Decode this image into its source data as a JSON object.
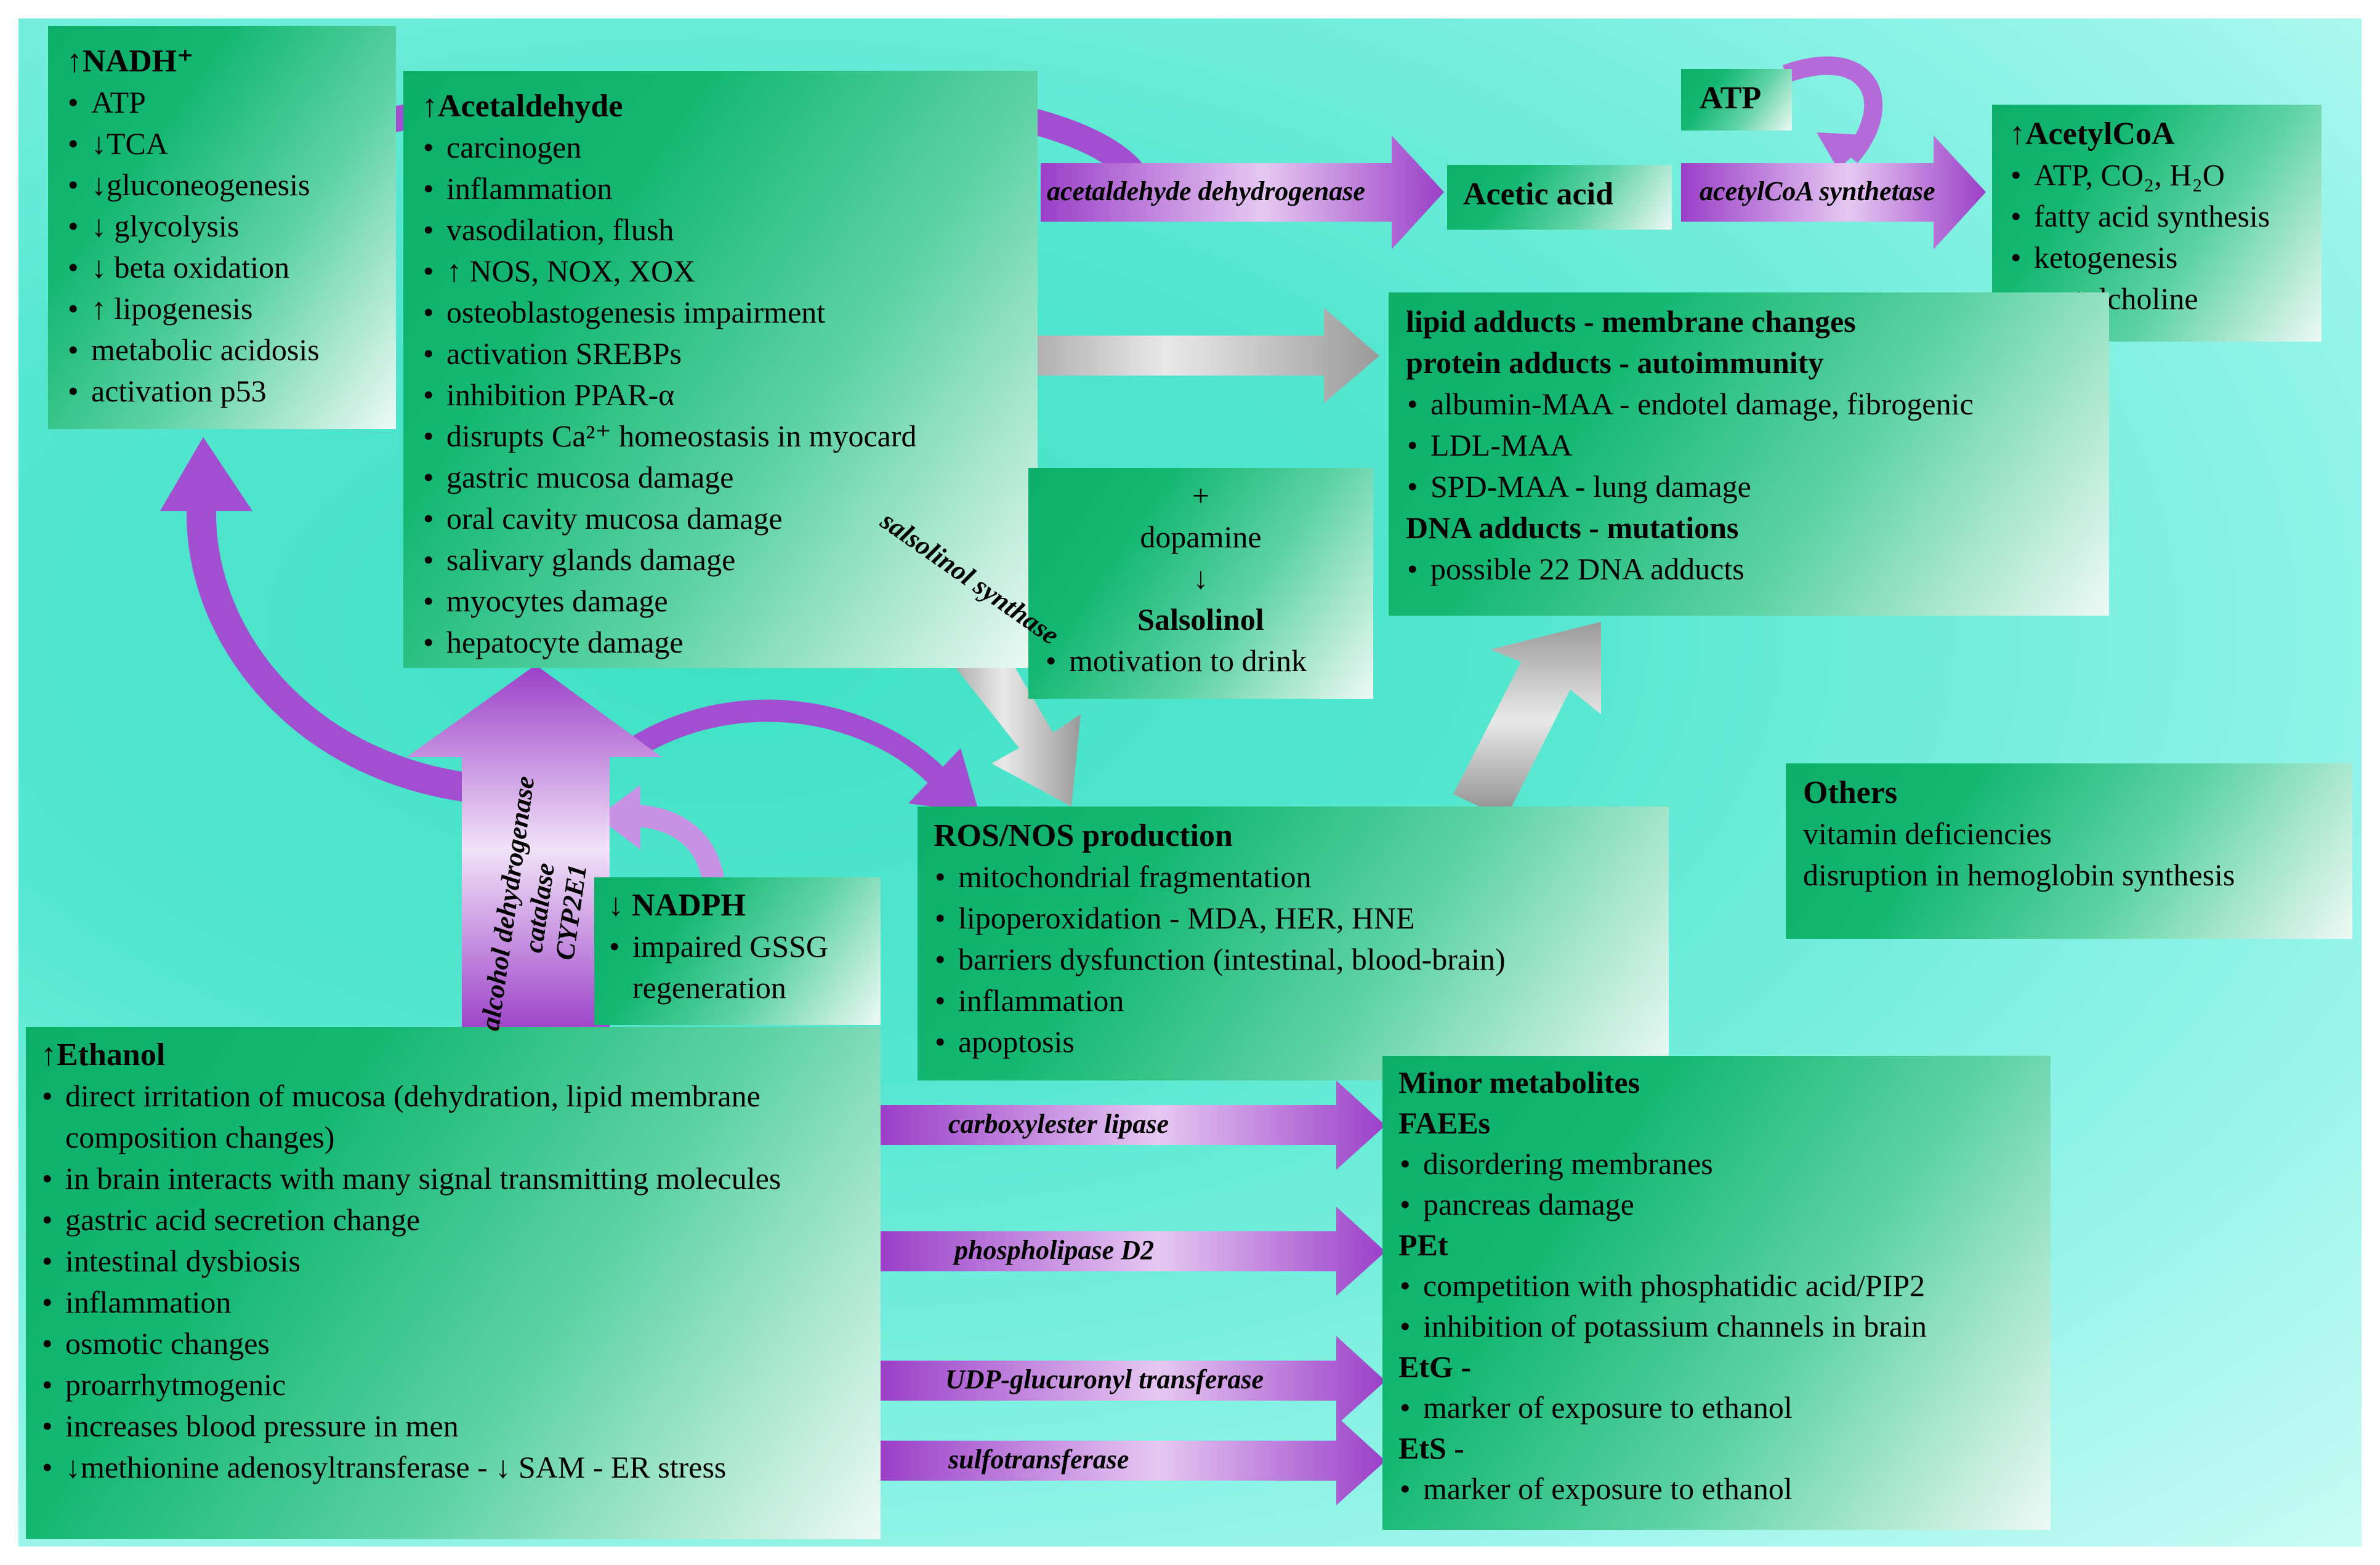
{
  "nadh": {
    "title": "↑NADH⁺",
    "items": [
      "ATP",
      "↓TCA",
      "↓gluconeogenesis",
      "↓ glycolysis",
      "↓ beta oxidation",
      "↑ lipogenesis",
      "metabolic acidosis",
      "activation p53"
    ]
  },
  "acetaldehyde": {
    "title": "↑Acetaldehyde",
    "items": [
      "carcinogen",
      "inflammation",
      "vasodilation, flush",
      "↑ NOS, NOX, XOX",
      "osteoblastogenesis impairment",
      "activation SREBPs",
      "inhibition PPAR-α",
      "disrupts Ca²⁺ homeostasis in myocard",
      "gastric mucosa damage",
      "oral cavity mucosa damage",
      "salivary glands damage",
      "myocytes damage",
      "hepatocyte damage"
    ]
  },
  "atp_label": "ATP",
  "acetic_acid": "Acetic acid",
  "acetylcoa": {
    "title": "↑AcetylCoA",
    "items": [
      "ATP, CO₂, H₂O",
      "fatty acid synthesis",
      "ketogenesis",
      "acetylcholine"
    ]
  },
  "adducts": {
    "lipid": "lipid adducts - membrane changes",
    "protein": "protein adducts - autoimmunity",
    "protein_items": [
      "albumin-MAA - endotel damage, fibrogenic",
      "LDL-MAA",
      "SPD-MAA - lung damage"
    ],
    "dna": "DNA adducts - mutations",
    "dna_items": [
      "possible 22 DNA adducts"
    ]
  },
  "salsolinol": {
    "plus": "+",
    "dopamine": "dopamine",
    "arrow": "↓",
    "title": "Salsolinol",
    "items": [
      "motivation to drink"
    ]
  },
  "ros": {
    "title": "ROS/NOS  production",
    "items": [
      "mitochondrial fragmentation",
      "lipoperoxidation  - MDA, HER, HNE",
      "barriers dysfunction (intestinal, blood-brain)",
      "inflammation",
      "apoptosis"
    ]
  },
  "nadph": {
    "title": "↓ NADPH",
    "items": [
      "impaired GSSG regeneration"
    ]
  },
  "others": {
    "title": "Others",
    "lines": [
      "vitamin deficiencies",
      "disruption in hemoglobin synthesis"
    ]
  },
  "ethanol": {
    "title": "↑Ethanol",
    "items": [
      "direct irritation of mucosa (dehydration, lipid membrane composition changes)",
      "in brain interacts with many signal transmitting molecules",
      "gastric acid secretion change",
      "intestinal dysbiosis",
      "inflammation",
      "osmotic changes",
      "proarrhytmogenic",
      "increases blood pressure in men",
      "↓methionine adenosyltransferase - ↓ SAM - ER stress"
    ]
  },
  "minor": {
    "title": "Minor metabolites",
    "faees": "FAEEs",
    "faees_items": [
      "disordering membranes",
      "pancreas damage"
    ],
    "pet": "PEt",
    "pet_items": [
      "competition with phosphatidic acid/PIP2",
      "inhibition of potassium channels in brain"
    ],
    "etg": "EtG -",
    "etg_items": [
      "marker of exposure to ethanol"
    ],
    "ets": "EtS -",
    "ets_items": [
      "marker of exposure to ethanol"
    ]
  },
  "enzymes": {
    "acetaldehyde_dehydrogenase": "acetaldehyde dehydrogenase",
    "acetylcoa_synthetase": "acetylCoA synthetase",
    "salsolinol_synthase": "salsolinol synthase",
    "alcohol_dehydrogenase": "alcohol dehydrogenase",
    "catalase": "catalase",
    "cyp2e1": "CYP2E1",
    "carboxylester_lipase": "carboxylester lipase",
    "phospholipase_d2": "phospholipase D2",
    "udp_glucuronyl_transferase": "UDP-glucuronyl transferase",
    "sulfotransferase": "sulfotransferase"
  },
  "colors": {
    "box_dark": "#0cae6a",
    "box_light": "#eef9f5",
    "background": "#55e7d0",
    "arrow_purple": "#9b3fc8",
    "arrow_grey": "#a6a6a6"
  }
}
